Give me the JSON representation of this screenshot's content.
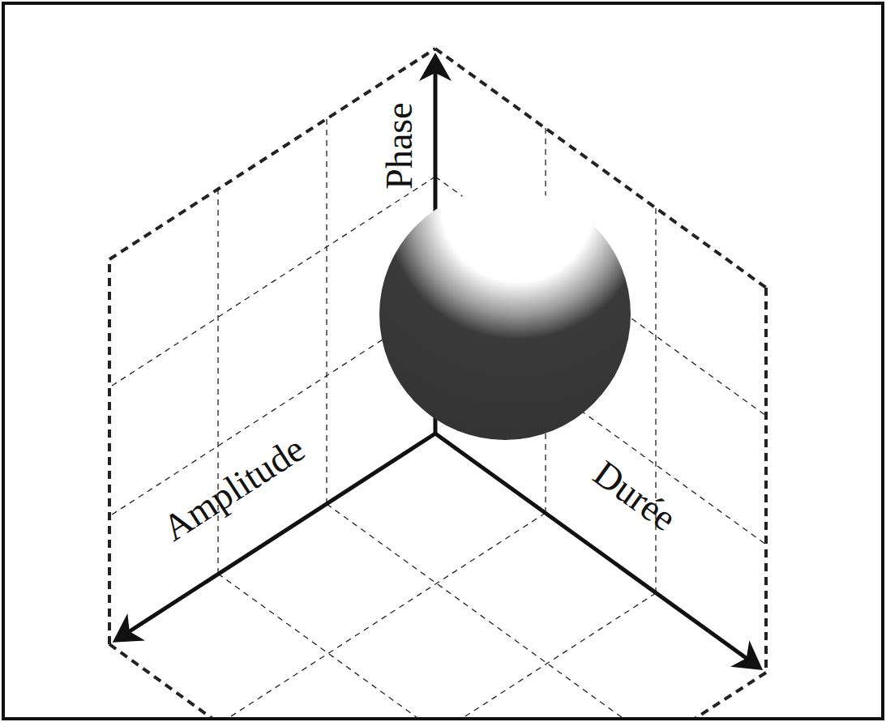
{
  "diagram": {
    "labels": [
      "Phase",
      "Amplitude",
      "Durée"
    ]
  }
}
